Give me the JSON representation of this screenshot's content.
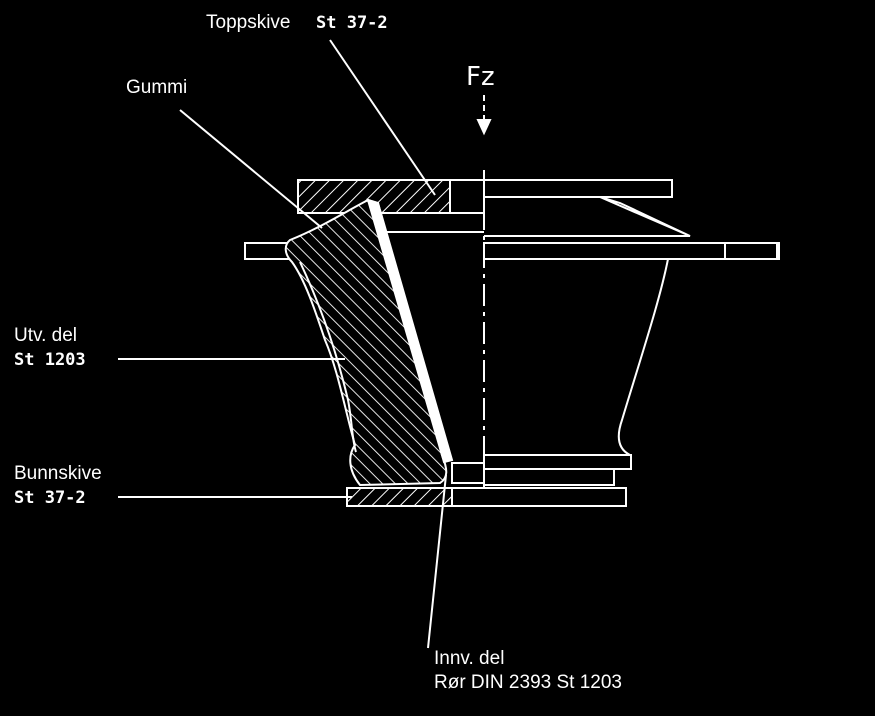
{
  "diagram": {
    "labels": {
      "top_plate": {
        "name": "Toppskive",
        "material": "St 37-2"
      },
      "rubber": {
        "name": "Gummi"
      },
      "outer_part": {
        "name": "Utv. del",
        "material": "St 1203"
      },
      "bottom_plate": {
        "name": "Bunnskive",
        "material": "St 37-2"
      },
      "inner_part": {
        "name": "Innv. del",
        "material": "Rør DIN 2393  St 1203"
      },
      "force": "Fz"
    },
    "colors": {
      "background": "#000000",
      "line": "#ffffff"
    }
  }
}
